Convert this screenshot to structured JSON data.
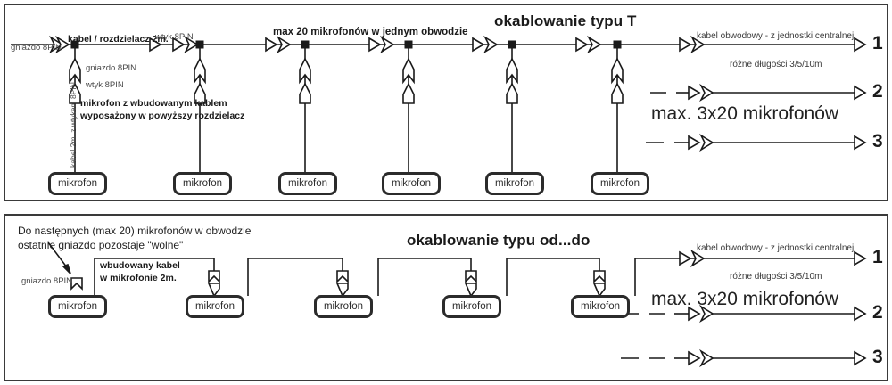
{
  "panels": [
    {
      "id": "top",
      "title": "okablowanie typu T",
      "circuit_note": "max 20 mikrofonów w jednym obwodzie",
      "labels": {
        "socket_left": "gniazdo 8PIN",
        "cable_splitter": "kabel / rozdzielacz 2m.",
        "plug_right": "wtyk 8PIN",
        "socket_branch": "gniazdo 8PIN",
        "plug_branch": "wtyk 8PIN",
        "mic_note_line1": "mikrofon z wbudowanym kablem",
        "mic_note_line2": "wyposażony w powyższy rozdzielacz",
        "vertical_cable": "kabel 2m. z wtykam 8PIN"
      },
      "trunk": {
        "cable_label": "kabel obwodowy - z jednostki centralnej",
        "length_label": "różne długości 3/5/10m",
        "capacity_label": "max. 3x20 mikrofonów",
        "circuits": [
          "1",
          "2",
          "3"
        ]
      },
      "mics": [
        {
          "label": "mikrofon"
        },
        {
          "label": "mikrofon"
        },
        {
          "label": "mikrofon"
        },
        {
          "label": "mikrofon"
        },
        {
          "label": "mikrofon"
        },
        {
          "label": "mikrofon"
        }
      ]
    },
    {
      "id": "bottom",
      "title": "okablowanie typu od...do",
      "note_line1": "Do następnych (max 20) mikrofonów w obwodzie",
      "note_line2": "ostatnie gniazdo pozostaje \"wolne\"",
      "labels": {
        "socket_free": "gniazdo 8PIN",
        "builtin_cable_line1": "wbudowany kabel",
        "builtin_cable_line2": "w mikrofonie 2m."
      },
      "trunk": {
        "cable_label": "kabel obwodowy - z jednostki centralnej",
        "length_label": "różne długości 3/5/10m",
        "capacity_label": "max. 3x20 mikrofonów",
        "circuits": [
          "1",
          "2",
          "3"
        ]
      },
      "mics": [
        {
          "label": "mikrofon"
        },
        {
          "label": "mikrofon"
        },
        {
          "label": "mikrofon"
        },
        {
          "label": "mikrofon"
        },
        {
          "label": "mikrofon"
        }
      ]
    }
  ],
  "colors": {
    "line": "#1a1a1a",
    "frame": "#3a3a3a",
    "text": "#1a1a1a",
    "muted": "#4a4a4a"
  }
}
